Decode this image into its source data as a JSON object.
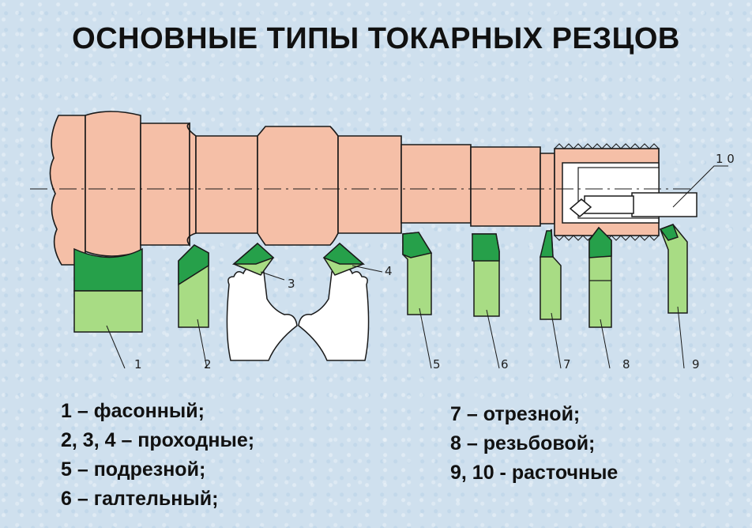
{
  "title": "ОСНОВНЫЕ ТИПЫ ТОКАРНЫХ РЕЗЦОВ",
  "tool_labels": [
    "1",
    "2",
    "3",
    "4",
    "5",
    "6",
    "7",
    "8",
    "9",
    "1 0"
  ],
  "legend_left": [
    "1 – фасонный;",
    "2, 3, 4 – проходные;",
    "5 – подрезной;",
    "6 – галтельный;"
  ],
  "legend_right": [
    "7 – отрезной;",
    "8 – резьбовой;",
    "9, 10 - расточные"
  ],
  "colors": {
    "workpiece": "#f5bfa7",
    "cutter_body": "#a8dc84",
    "cutter_tip": "#26a04a",
    "background": "#cfe0ee"
  }
}
